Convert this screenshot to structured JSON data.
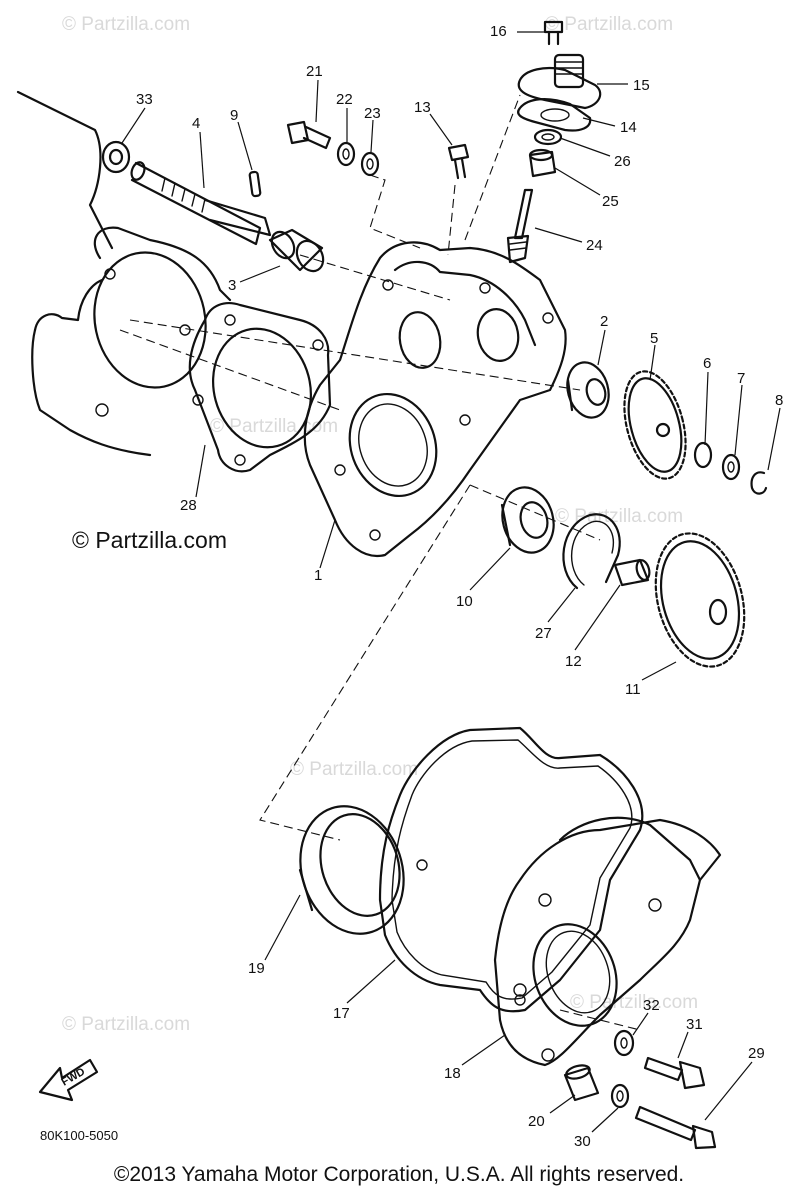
{
  "watermarks": [
    "© Partzilla.com",
    "© Partzilla.com",
    "© Partzilla.com",
    "© Partzilla.com",
    "© Partzilla.com",
    "© Partzilla.com",
    "© Partzilla.com"
  ],
  "watermark_main": "© Partzilla.com",
  "callouts": [
    {
      "number": "1",
      "part": "crankcase-cover-1"
    },
    {
      "number": "2",
      "part": "bearing-2"
    },
    {
      "number": "3",
      "part": "collar-3"
    },
    {
      "number": "4",
      "part": "shaft-4"
    },
    {
      "number": "5",
      "part": "gear-5"
    },
    {
      "number": "6",
      "part": "washer-6"
    },
    {
      "number": "7",
      "part": "washer-7"
    },
    {
      "number": "8",
      "part": "circlip-8"
    },
    {
      "number": "9",
      "part": "pin-9"
    },
    {
      "number": "10",
      "part": "bearing-10"
    },
    {
      "number": "11",
      "part": "gear-11"
    },
    {
      "number": "12",
      "part": "pin-12"
    },
    {
      "number": "13",
      "part": "bolt-13"
    },
    {
      "number": "14",
      "part": "gasket-14"
    },
    {
      "number": "15",
      "part": "housing-15"
    },
    {
      "number": "16",
      "part": "screw-16"
    },
    {
      "number": "17",
      "part": "gasket-17"
    },
    {
      "number": "18",
      "part": "cover-18"
    },
    {
      "number": "19",
      "part": "oil-seal-19"
    },
    {
      "number": "20",
      "part": "dowel-20"
    },
    {
      "number": "21",
      "part": "bolt-21"
    },
    {
      "number": "22",
      "part": "washer-22"
    },
    {
      "number": "23",
      "part": "washer-23"
    },
    {
      "number": "24",
      "part": "drive-gear-24"
    },
    {
      "number": "25",
      "part": "bushing-25"
    },
    {
      "number": "26",
      "part": "oil-seal-26"
    },
    {
      "number": "27",
      "part": "circlip-27"
    },
    {
      "number": "28",
      "part": "gasket-28"
    },
    {
      "number": "29",
      "part": "bolt-29"
    },
    {
      "number": "30",
      "part": "washer-30"
    },
    {
      "number": "31",
      "part": "bolt-31"
    },
    {
      "number": "32",
      "part": "washer-32"
    },
    {
      "number": "33",
      "part": "seal-33"
    }
  ],
  "fwd_label": "FWD",
  "diagram_code": "80K100-5050",
  "copyright": "©2013 Yamaha Motor Corporation, U.S.A. All rights reserved.",
  "colors": {
    "line": "#111111",
    "watermark": "#d9d9d9",
    "background": "#ffffff"
  }
}
